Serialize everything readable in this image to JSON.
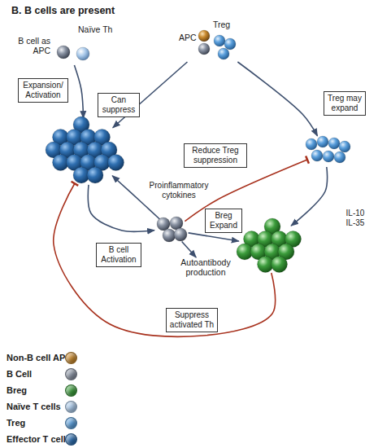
{
  "diagram": {
    "title": "B. B cells are present",
    "nodes": [
      {
        "text": [
          "B cell as APC",
          "Naïve Th"
        ]
      },
      {
        "text": [
          "APC",
          "Treg"
        ]
      },
      {
        "text": []
      },
      {
        "text": []
      },
      {
        "text": []
      },
      {
        "text": []
      },
      {
        "text": [
          "Autoantibody production"
        ]
      }
    ],
    "edges": [
      {
        "from": 0,
        "to": 2,
        "arrow": "to",
        "label": "Expansion/ Activation"
      },
      {
        "from": 1,
        "to": 2,
        "arrow": "to",
        "label": "Can suppress"
      },
      {
        "from": 1,
        "to": 3,
        "arrow": "to",
        "label": "Treg may expand"
      },
      {
        "from": 2,
        "to": 4,
        "arrow": "to",
        "label": "B cell Activation"
      },
      {
        "from": 4,
        "to": 2,
        "arrow": "to",
        "label": "Proinflammatory cytokines"
      },
      {
        "from": 4,
        "to": 3,
        "arrow": "to",
        "label": "Reduce Treg suppression"
      },
      {
        "from": 4,
        "to": 5,
        "arrow": "to",
        "label": "Breg Expand"
      },
      {
        "from": 4,
        "to": 6,
        "arrow": "to"
      },
      {
        "from": 3,
        "to": 5,
        "arrow": "to",
        "label": "IL-10 IL-35"
      },
      {
        "from": 5,
        "to": 2,
        "arrow": "to",
        "label": "Suppress activated Th"
      }
    ],
    "legend": [
      {
        "text": "Non-B cell APC",
        "color": "#c98a2e"
      },
      {
        "text": "B Cell",
        "color": "#8a93a3"
      },
      {
        "text": "Breg",
        "color": "#3c9c3c"
      },
      {
        "text": "Naïve T cells",
        "color": "#a9c9ea"
      },
      {
        "text": "Treg",
        "color": "#5a9fdc"
      },
      {
        "text": "Effector T cells",
        "color": "#2f6fb0"
      }
    ]
  }
}
